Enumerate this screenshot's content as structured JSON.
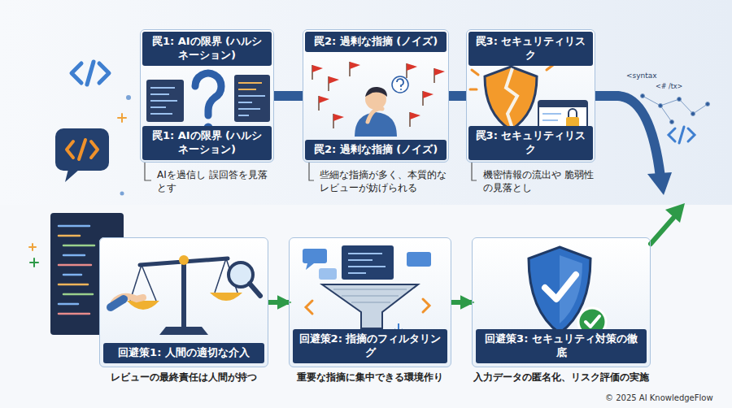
{
  "diagram": {
    "nodes": [
      {
        "text": [
          "罠1: AIの限界 (ハルシネーション)",
          "罠1: AIの限界 (ハルシネーション)",
          "AIを過信し 誤回答を見落とす"
        ]
      },
      {
        "text": [
          "罠2: 過剰な指摘 (ノイズ)",
          "罠2: 過剰な指摘 (ノイズ)",
          "些細な指摘が多く、本質的な レビューが妨げられる"
        ]
      },
      {
        "text": [
          "罠3: セキュリティリスク",
          "罠3: セキュリティリスク",
          "機密情報の流出や 脆弱性の見落とし"
        ]
      },
      {
        "text": [
          "回避策1: 人間の適切な介入",
          "レビューの最終責任は人間が持つ"
        ]
      },
      {
        "text": [
          "回避策2: 指摘のフィルタリング",
          "重要な指摘に集中できる環境作り"
        ]
      },
      {
        "text": [
          "回避策3: セキュリティ対策の徹底",
          "入力データの匿名化、リスク評価の実施"
        ]
      }
    ],
    "edges": [
      {
        "from": 0,
        "to": 1,
        "arrow": "none"
      },
      {
        "from": 1,
        "to": 2,
        "arrow": "none"
      },
      {
        "from": 3,
        "to": 4,
        "arrow": "to"
      },
      {
        "from": 4,
        "to": 5,
        "arrow": "to"
      }
    ],
    "labels": [
      "<syntax",
      "<# /tx>",
      "© 2025 AI KnowledgeFlow"
    ]
  }
}
